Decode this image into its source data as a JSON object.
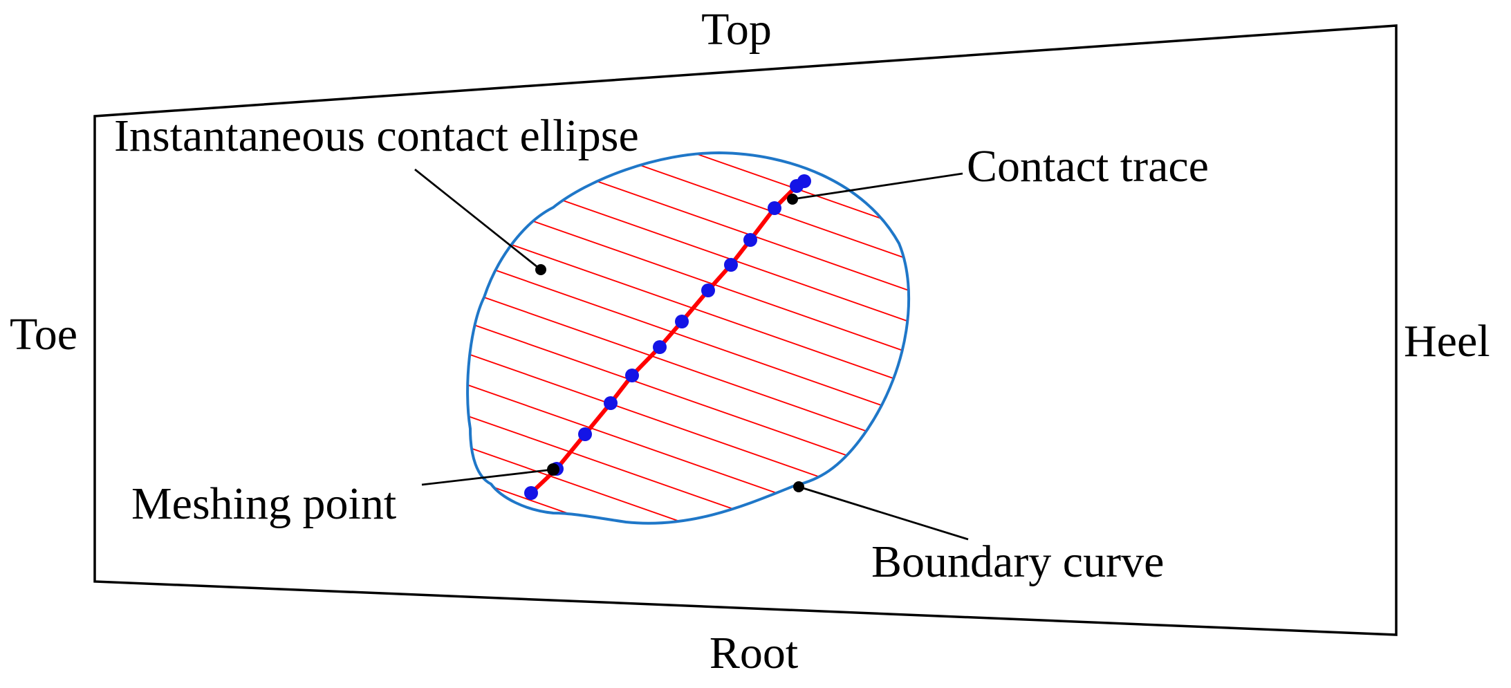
{
  "edge_labels": {
    "top": "Top",
    "root": "Root",
    "toe": "Toe",
    "heel": "Heel"
  },
  "callouts": {
    "instantaneous_contact_ellipse": "Instantaneous contact ellipse",
    "contact_trace": "Contact trace",
    "meshing_point": "Meshing point",
    "boundary_curve": "Boundary curve"
  },
  "colors": {
    "outline": "#000000",
    "boundary_curve": "#1f77c8",
    "contact_lines": "#ff0000",
    "meshing_points": "#1414e6",
    "anchor_points": "#000000"
  },
  "meshing_point_count": 13,
  "icons": {
    "meshing_point_marker": "filled-circle",
    "callout_anchor": "filled-circle"
  }
}
